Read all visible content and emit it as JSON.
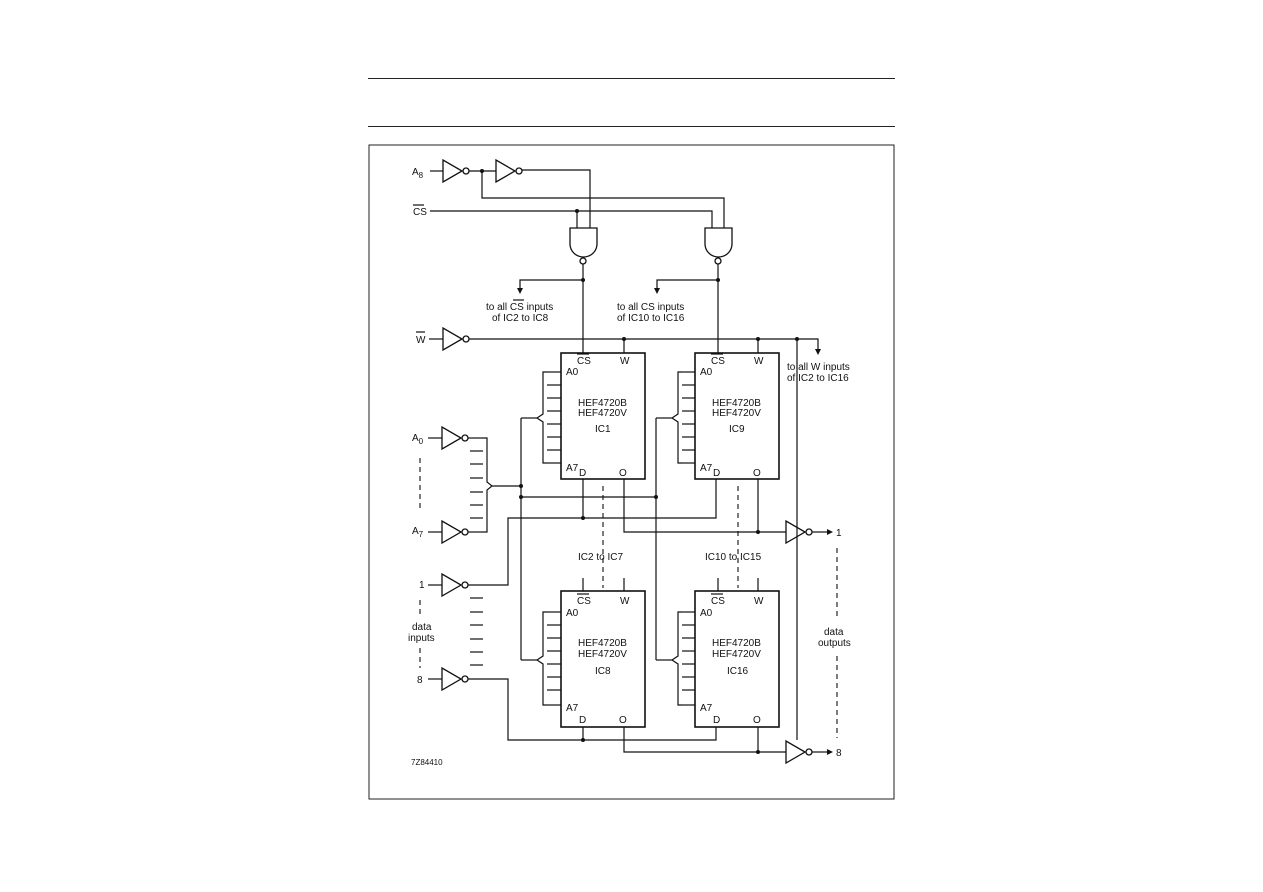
{
  "labels": {
    "a8": "A8",
    "cs": "CS",
    "w": "W",
    "a0": "A0",
    "a7": "A7",
    "in_1": "1",
    "in_8": "8",
    "data_inputs": [
      "data",
      "inputs"
    ],
    "data_outputs": [
      "data",
      "outputs"
    ],
    "out_1": "1",
    "out_8": "8",
    "note_cs_low": [
      "to all CS inputs",
      "of IC2 to IC8"
    ],
    "note_cs_high": [
      "to all CS inputs",
      "of IC10 to IC16"
    ],
    "note_w": [
      "to all W inputs",
      "of IC2 to IC16"
    ],
    "ic2_ic7": "IC2 to IC7",
    "ic10_ic15": "IC10 to IC15",
    "figure_code": "7Z84410"
  },
  "chips": [
    {
      "id": "IC1",
      "part1": "HEF4720B",
      "part2": "HEF4720V",
      "cs": "CS",
      "w": "W",
      "a0": "A0",
      "a7": "A7",
      "d": "D",
      "o": "O"
    },
    {
      "id": "IC9",
      "part1": "HEF4720B",
      "part2": "HEF4720V",
      "cs": "CS",
      "w": "W",
      "a0": "A0",
      "a7": "A7",
      "d": "D",
      "o": "O"
    },
    {
      "id": "IC8",
      "part1": "HEF4720B",
      "part2": "HEF4720V",
      "cs": "CS",
      "w": "W",
      "a0": "A0",
      "a7": "A7",
      "d": "D",
      "o": "O"
    },
    {
      "id": "IC16",
      "part1": "HEF4720B",
      "part2": "HEF4720V",
      "cs": "CS",
      "w": "W",
      "a0": "A0",
      "a7": "A7",
      "d": "D",
      "o": "O"
    }
  ]
}
